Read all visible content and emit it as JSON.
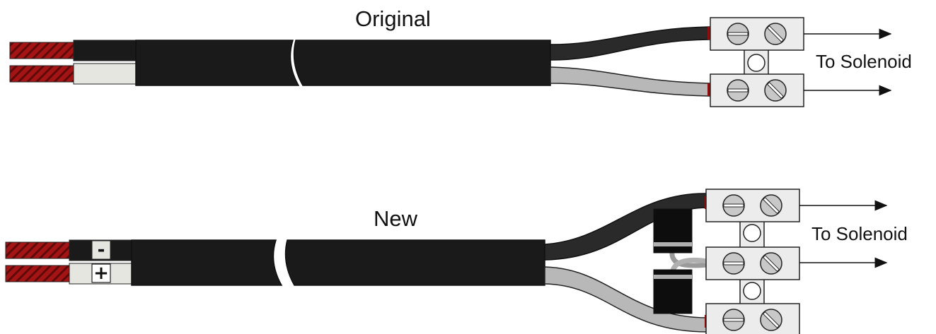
{
  "diagram": {
    "original": {
      "title": "Original",
      "output_label": "To Solenoid"
    },
    "new": {
      "title": "New",
      "output_label": "To Solenoid",
      "negative_marker": "-",
      "positive_marker": "+"
    },
    "colors": {
      "copper": "#b01818",
      "cable_jacket": "#1a1a1a",
      "black_wire": "#2a2a2a",
      "grey_wire": "#b8b8b8",
      "white_insulation": "#e6e6e0",
      "terminal_block": "#ececec",
      "diode_body": "#0d0d0d"
    },
    "icons": [
      "screw-terminal-icon",
      "arrow-icon",
      "diode-icon",
      "wire-icon",
      "cable-break-icon"
    ]
  }
}
